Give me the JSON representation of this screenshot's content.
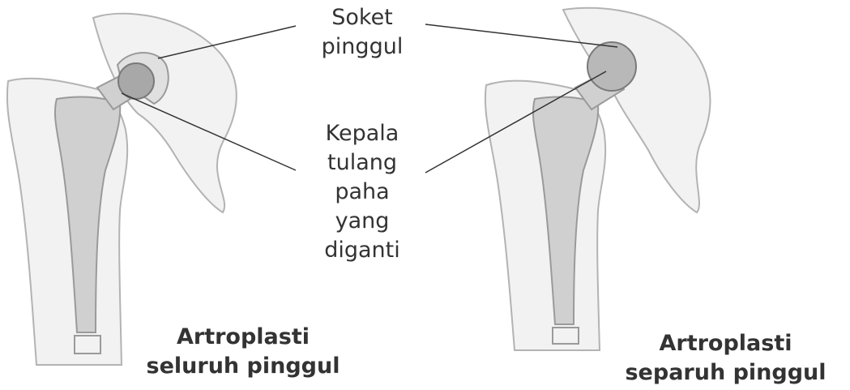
{
  "labels": {
    "socket_line1": "Soket",
    "socket_line2": "pinggul",
    "head_line1": "Kepala",
    "head_line2": "tulang",
    "head_line3": "paha",
    "head_line4": "yang",
    "head_line5": "diganti"
  },
  "captions": {
    "total_line1": "Artroplasti",
    "total_line2": "seluruh pinggul",
    "hemi_line1": "Artroplasti",
    "hemi_line2": "separuh pinggul"
  },
  "colors": {
    "bone_fill": "#f2f2f2",
    "bone_outline": "#b3b3b3",
    "implant_fill": "#d0d0d0",
    "implant_dark": "#9a9a9a",
    "leader_line": "#333333",
    "text": "#333333"
  }
}
